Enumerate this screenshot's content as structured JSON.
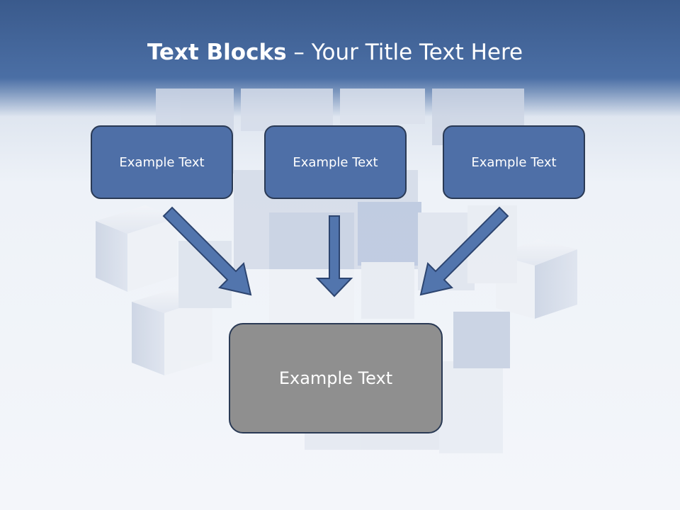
{
  "slide": {
    "title_bold": "Text Blocks",
    "title_rest": " – Your Title Text Here"
  },
  "blocks": [
    {
      "label": "Example Text"
    },
    {
      "label": "Example Text"
    },
    {
      "label": "Example Text"
    }
  ],
  "center_block": {
    "label": "Example Text"
  },
  "colors": {
    "header": "#4b6fa5",
    "block_fill": "#4e6fa7",
    "block_border": "#2a3a55",
    "center_fill": "#8f8f8f",
    "arrow_fill": "#5275ad"
  }
}
